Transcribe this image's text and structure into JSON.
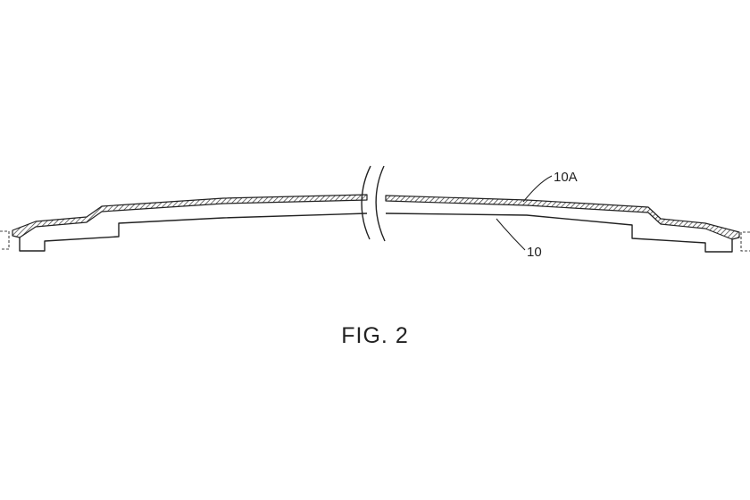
{
  "figure": {
    "caption": "FIG. 2",
    "reference_labels": {
      "cover_layer": "10A",
      "panel_body": "10"
    }
  }
}
